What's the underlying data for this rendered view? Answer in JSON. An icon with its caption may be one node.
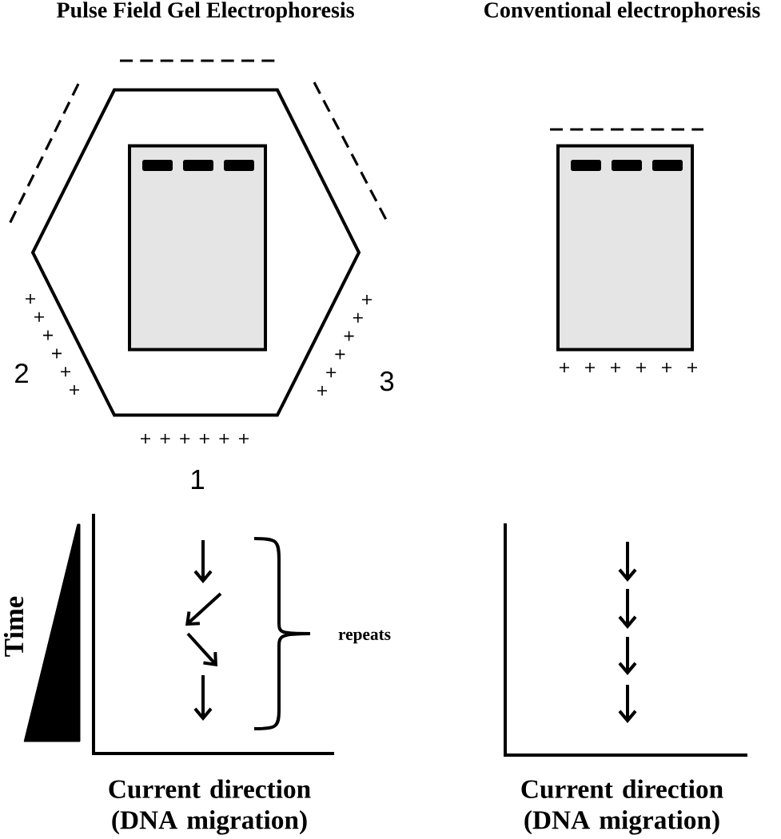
{
  "diagram": {
    "nodes": [
      {
        "text": [],
        "shape": "hexagon"
      },
      {
        "text": [],
        "shape": "box",
        "in": 0
      },
      {
        "text": [],
        "shape": "box"
      },
      {
        "text": [],
        "shape": "triangle"
      }
    ],
    "labels": [
      "Pulse Field Gel Electrophoresis",
      "Conventional electrophoresis",
      "2",
      "3",
      "1",
      "Time",
      "repeats",
      "Current direction (DNA migration)",
      "Current direction (DNA migration)"
    ]
  }
}
